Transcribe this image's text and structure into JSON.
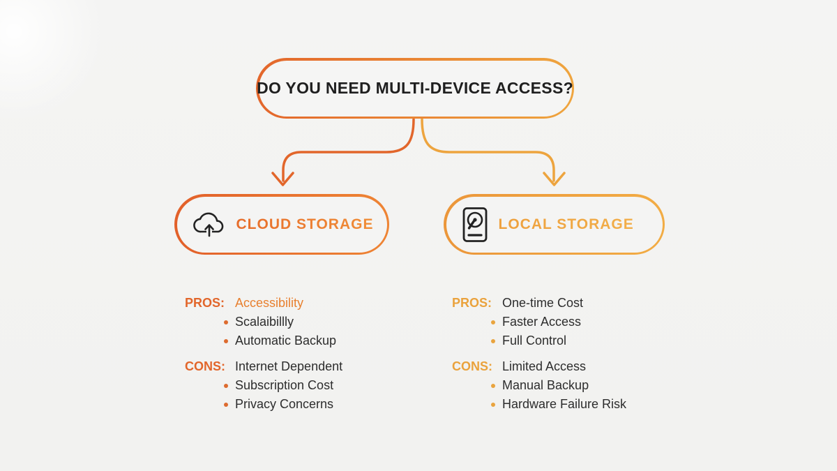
{
  "palette": {
    "deep_orange": "#e2662b",
    "amber": "#eda43e",
    "dark_text": "#1f1f1f",
    "body_text": "#2d2d2d",
    "background": "#f3f3f2"
  },
  "decision": {
    "question": "DO YOU NEED MULTI-DEVICE ACCESS?"
  },
  "branches": {
    "left": {
      "label": "CLOUD STORAGE",
      "icon": "cloud-upload-icon",
      "pros_label": "PROS:",
      "cons_label": "CONS:",
      "pros": [
        "Accessibility",
        "Scalaibillly",
        "Automatic Backup"
      ],
      "cons": [
        "Internet Dependent",
        "Subscription Cost",
        "Privacy Concerns"
      ]
    },
    "right": {
      "label": "LOCAL STORAGE",
      "icon": "hard-drive-icon",
      "pros_label": "PROS:",
      "cons_label": "CONS:",
      "pros": [
        "One-time Cost",
        "Faster Access",
        "Full Control"
      ],
      "cons": [
        "Limited Access",
        "Manual Backup",
        "Hardware Failure Risk"
      ]
    }
  }
}
